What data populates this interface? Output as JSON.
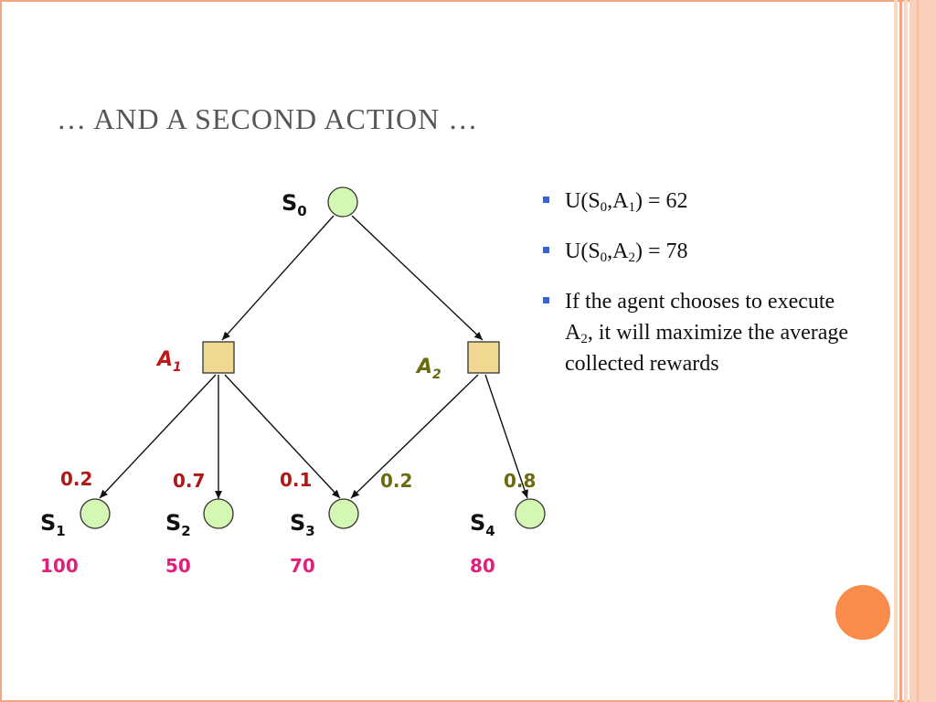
{
  "slide": {
    "title": "… and a second action …"
  },
  "diagram": {
    "root": {
      "label": "S",
      "sub": "0"
    },
    "actions": [
      {
        "label": "A",
        "sub": "1",
        "color": "#c01818"
      },
      {
        "label": "A",
        "sub": "2",
        "color": "#6b6a10"
      }
    ],
    "outcomes": [
      {
        "label": "S",
        "sub": "1",
        "reward": "100"
      },
      {
        "label": "S",
        "sub": "2",
        "reward": "50"
      },
      {
        "label": "S",
        "sub": "3",
        "reward": "70"
      },
      {
        "label": "S",
        "sub": "4",
        "reward": "80"
      }
    ],
    "probabilities": {
      "a1_s1": "0.2",
      "a1_s2": "0.7",
      "a1_s3": "0.1",
      "a2_s3": "0.2",
      "a2_s4": "0.8"
    },
    "colors": {
      "state_fill": "#d4f7b4",
      "action_fill": "#f0d890",
      "reward": "#e0207a",
      "a1_prob": "#b01818",
      "a2_prob": "#6b6a10"
    }
  },
  "bullets": [
    {
      "pre": "U(S",
      "s1": "0",
      "mid": ",A",
      "s2": "1",
      "post": ") = 62"
    },
    {
      "pre": "U(S",
      "s1": "0",
      "mid": ",A",
      "s2": "2",
      "post": ") = 78"
    },
    {
      "pre": "If the agent chooses to execute A",
      "s1": "2",
      "post": ", it will maximize the average collected rewards"
    }
  ]
}
